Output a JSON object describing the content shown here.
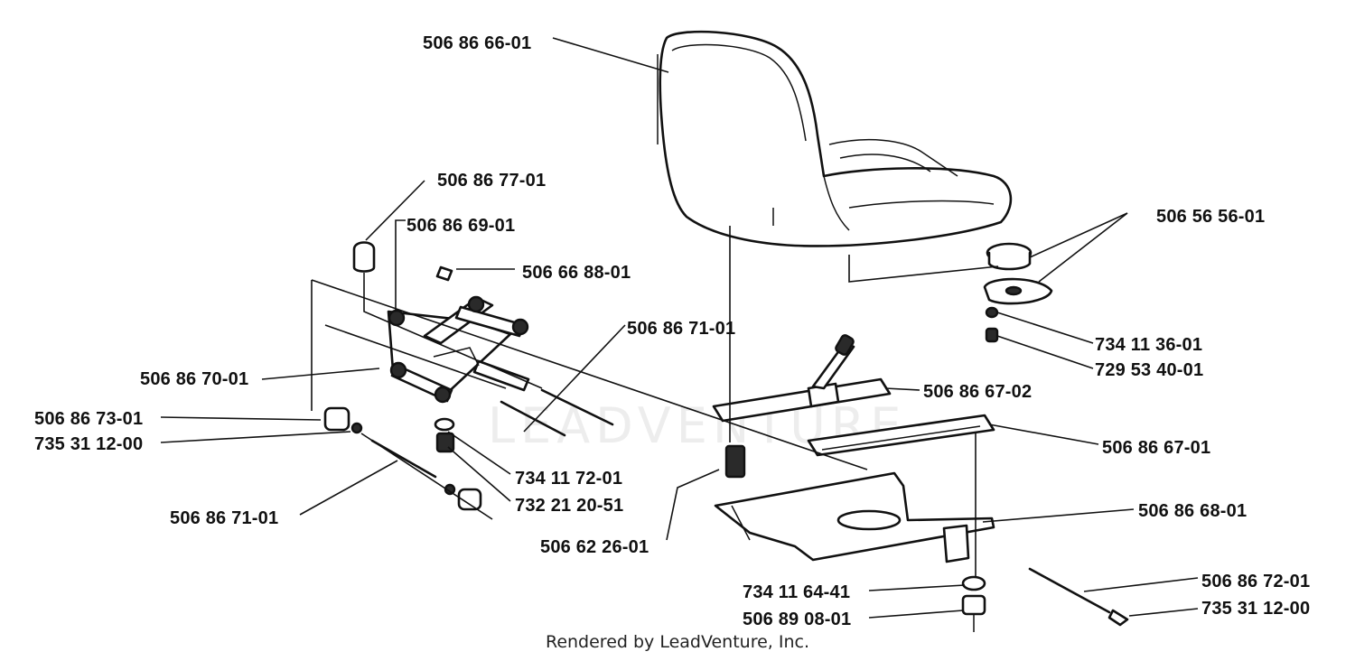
{
  "diagram": {
    "labels": [
      {
        "id": "l1",
        "text": "506 86 66-01"
      },
      {
        "id": "l2",
        "text": "506 86 77-01"
      },
      {
        "id": "l3",
        "text": "506 86 69-01"
      },
      {
        "id": "l4",
        "text": "506 66 88-01"
      },
      {
        "id": "l5",
        "text": "506 86 71-01"
      },
      {
        "id": "l6",
        "text": "506 86 70-01"
      },
      {
        "id": "l7",
        "text": "506 86 73-01"
      },
      {
        "id": "l8",
        "text": "735 31 12-00"
      },
      {
        "id": "l9",
        "text": "734 11 72-01"
      },
      {
        "id": "l10",
        "text": "732 21 20-51"
      },
      {
        "id": "l11",
        "text": "506 86 71-01"
      },
      {
        "id": "l12",
        "text": "506 62 26-01"
      },
      {
        "id": "l13",
        "text": "506 56 56-01"
      },
      {
        "id": "l14",
        "text": "734 11 36-01"
      },
      {
        "id": "l15",
        "text": "729 53 40-01"
      },
      {
        "id": "l16",
        "text": "506 86 67-02"
      },
      {
        "id": "l17",
        "text": "506 86 67-01"
      },
      {
        "id": "l18",
        "text": "506 86 68-01"
      },
      {
        "id": "l19",
        "text": "734 11 64-41"
      },
      {
        "id": "l20",
        "text": "506 89 08-01"
      },
      {
        "id": "l21",
        "text": "506 86 72-01"
      },
      {
        "id": "l22",
        "text": "735 31 12-00"
      }
    ],
    "footer": "Rendered by LeadVenture, Inc.",
    "watermark": "LEADVENTURE"
  }
}
